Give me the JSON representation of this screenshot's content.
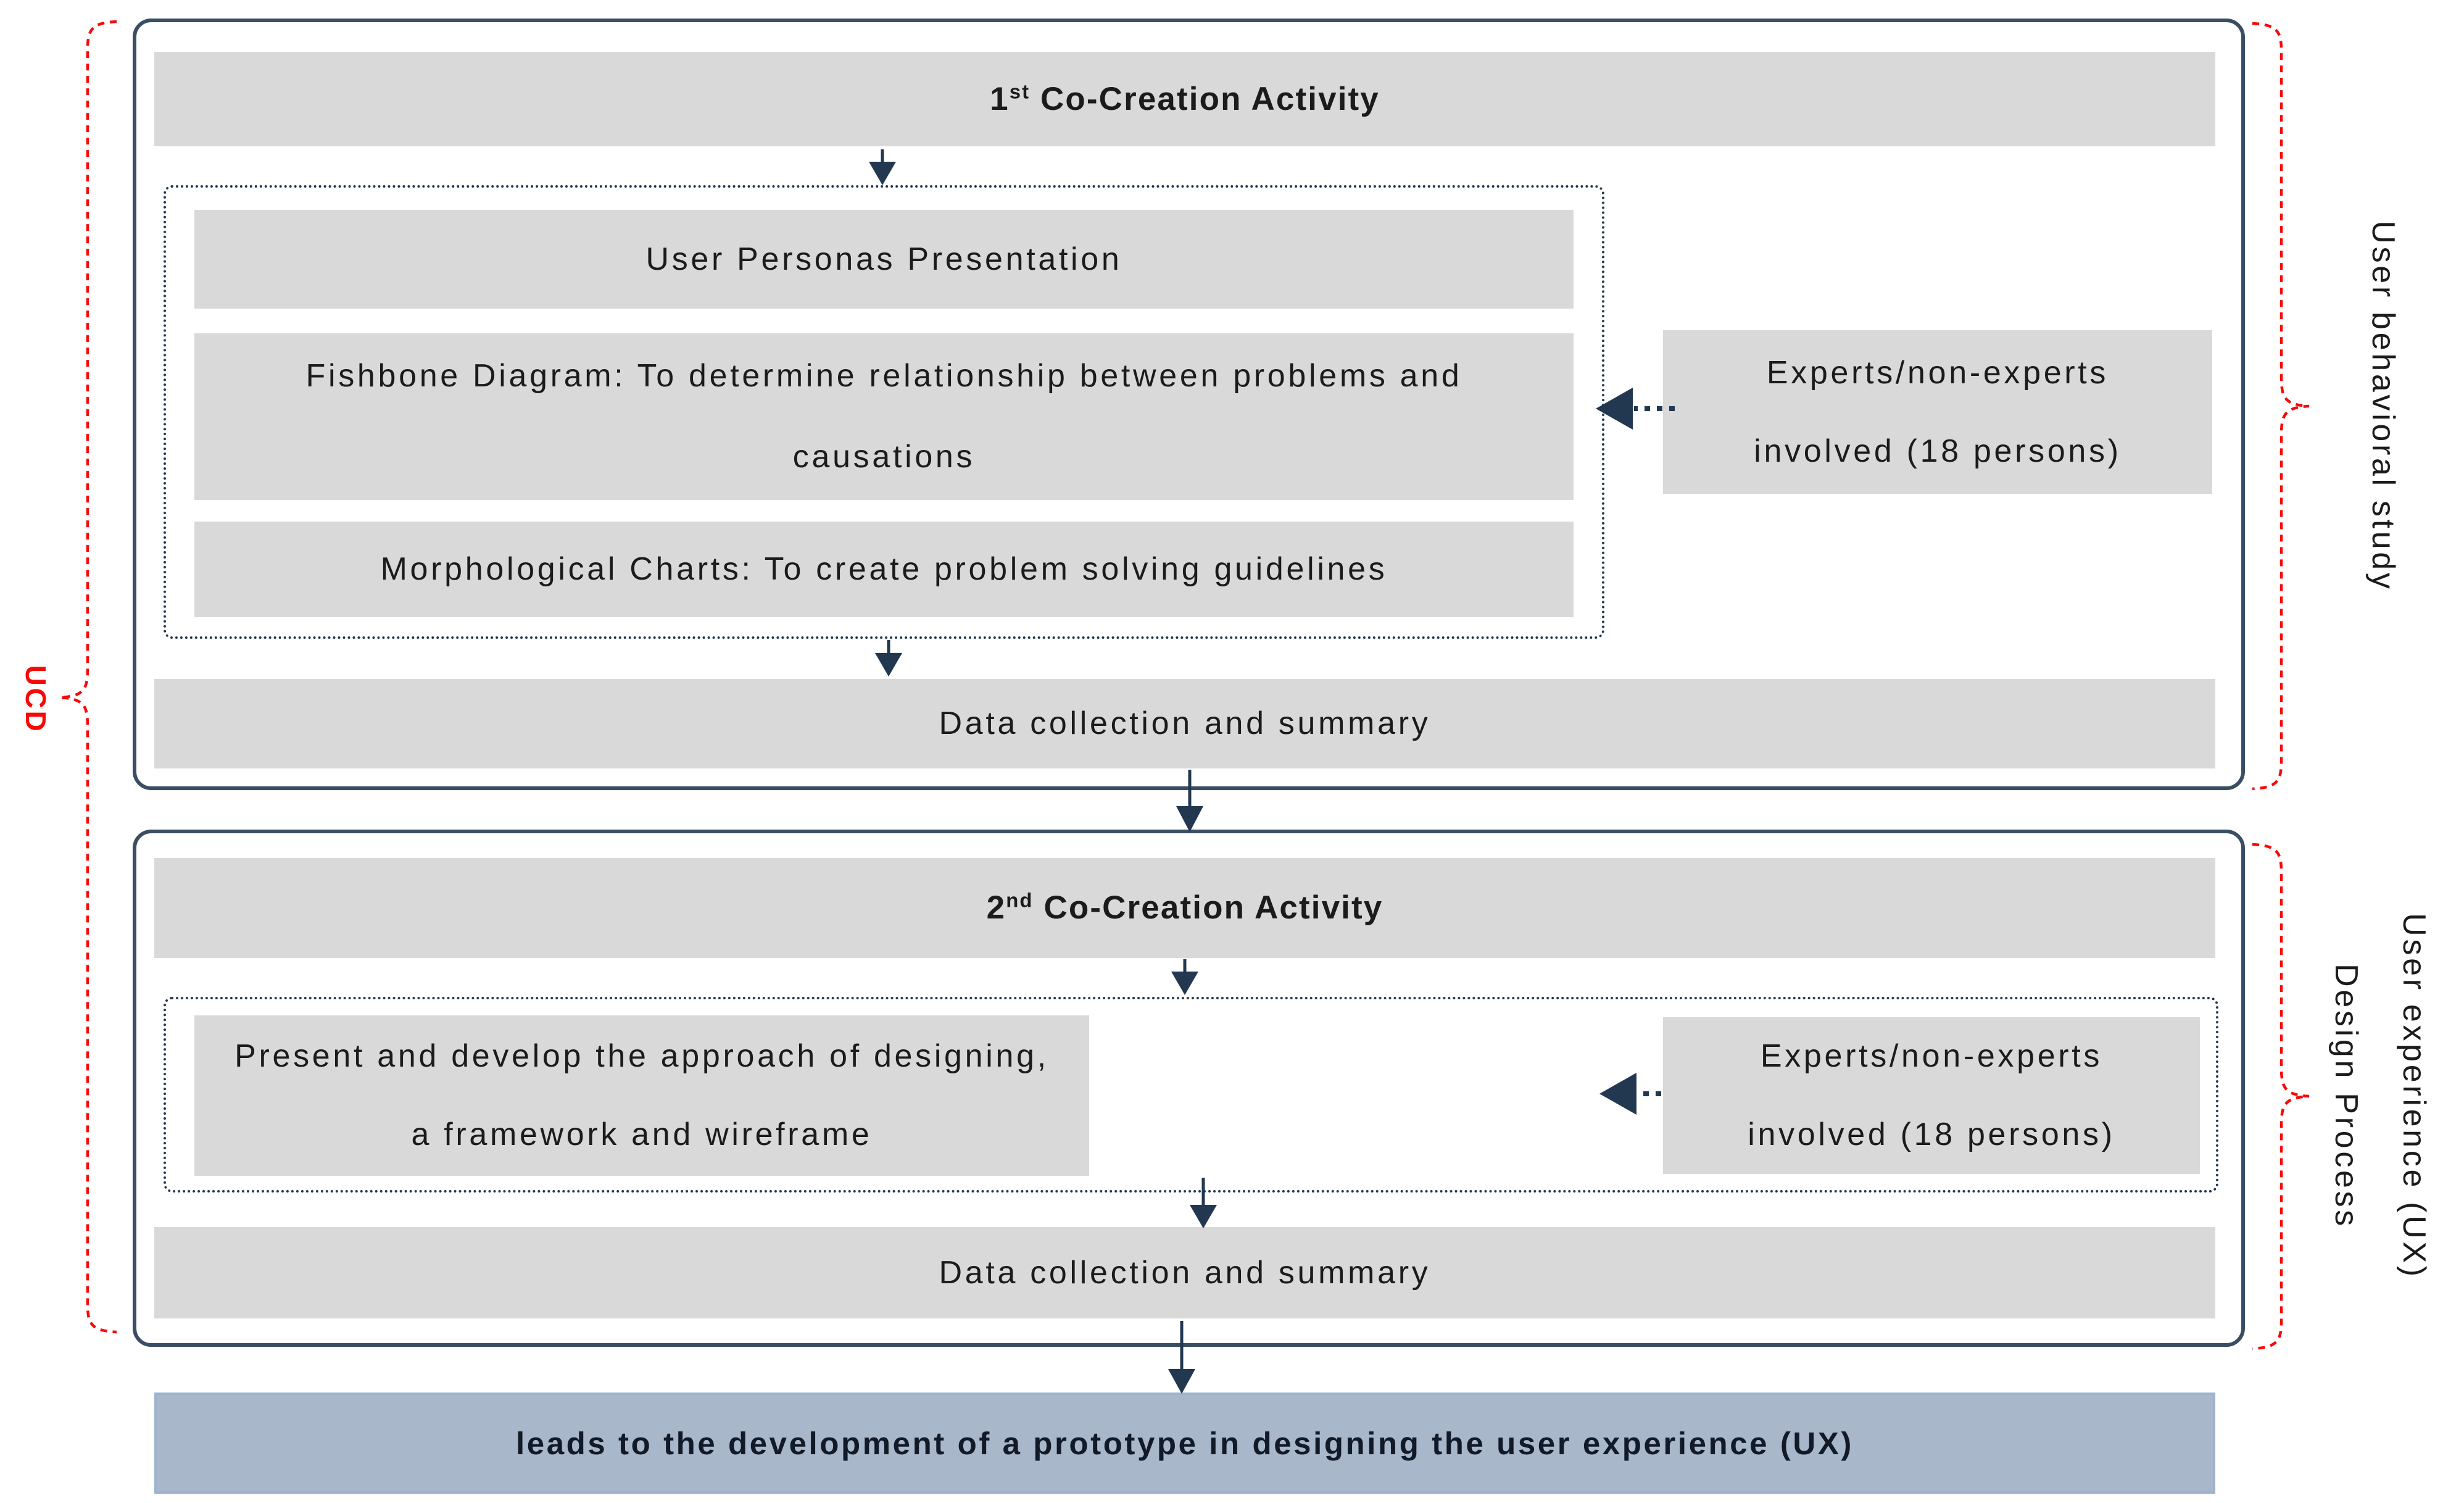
{
  "diagram_title": "UCD co-creation process diagram",
  "side_labels": {
    "left_brace_label": "UCD",
    "right_top_label": "User behavioral study",
    "right_bottom_label_line1": "User experience (UX)",
    "right_bottom_label_line2": "Design Process"
  },
  "activity1": {
    "header_number": "1",
    "header_ordinal": "st",
    "header_title": "Co-Creation Activity",
    "step1": "User Personas Presentation",
    "step2_line1": "Fishbone Diagram: To determine relationship between problems and",
    "step2_line2": "causations",
    "step3": "Morphological Charts: To create problem solving guidelines",
    "experts_line1": "Experts/non-experts",
    "experts_line2": "involved (18 persons)",
    "data_collection": "Data collection and summary"
  },
  "activity2": {
    "header_number": "2",
    "header_ordinal": "nd",
    "header_title": "Co-Creation Activity",
    "step1_line1": "Present and develop the approach of designing,",
    "step1_line2": "a framework and wireframe",
    "experts_line1": "Experts/non-experts",
    "experts_line2": "involved (18 persons)",
    "data_collection": "Data collection and summary"
  },
  "outcome_text": "leads to the development of a prototype in designing the user experience (UX)",
  "colors": {
    "box_fill": "#d9d9d9",
    "outer_border": "#3a4e63",
    "dotted_border": "#223850",
    "arrow": "#223850",
    "brace_red": "#f90808",
    "outcome_fill": "#a8b7ca",
    "outcome_border": "#9db3cf",
    "outcome_text": "#111a26"
  }
}
